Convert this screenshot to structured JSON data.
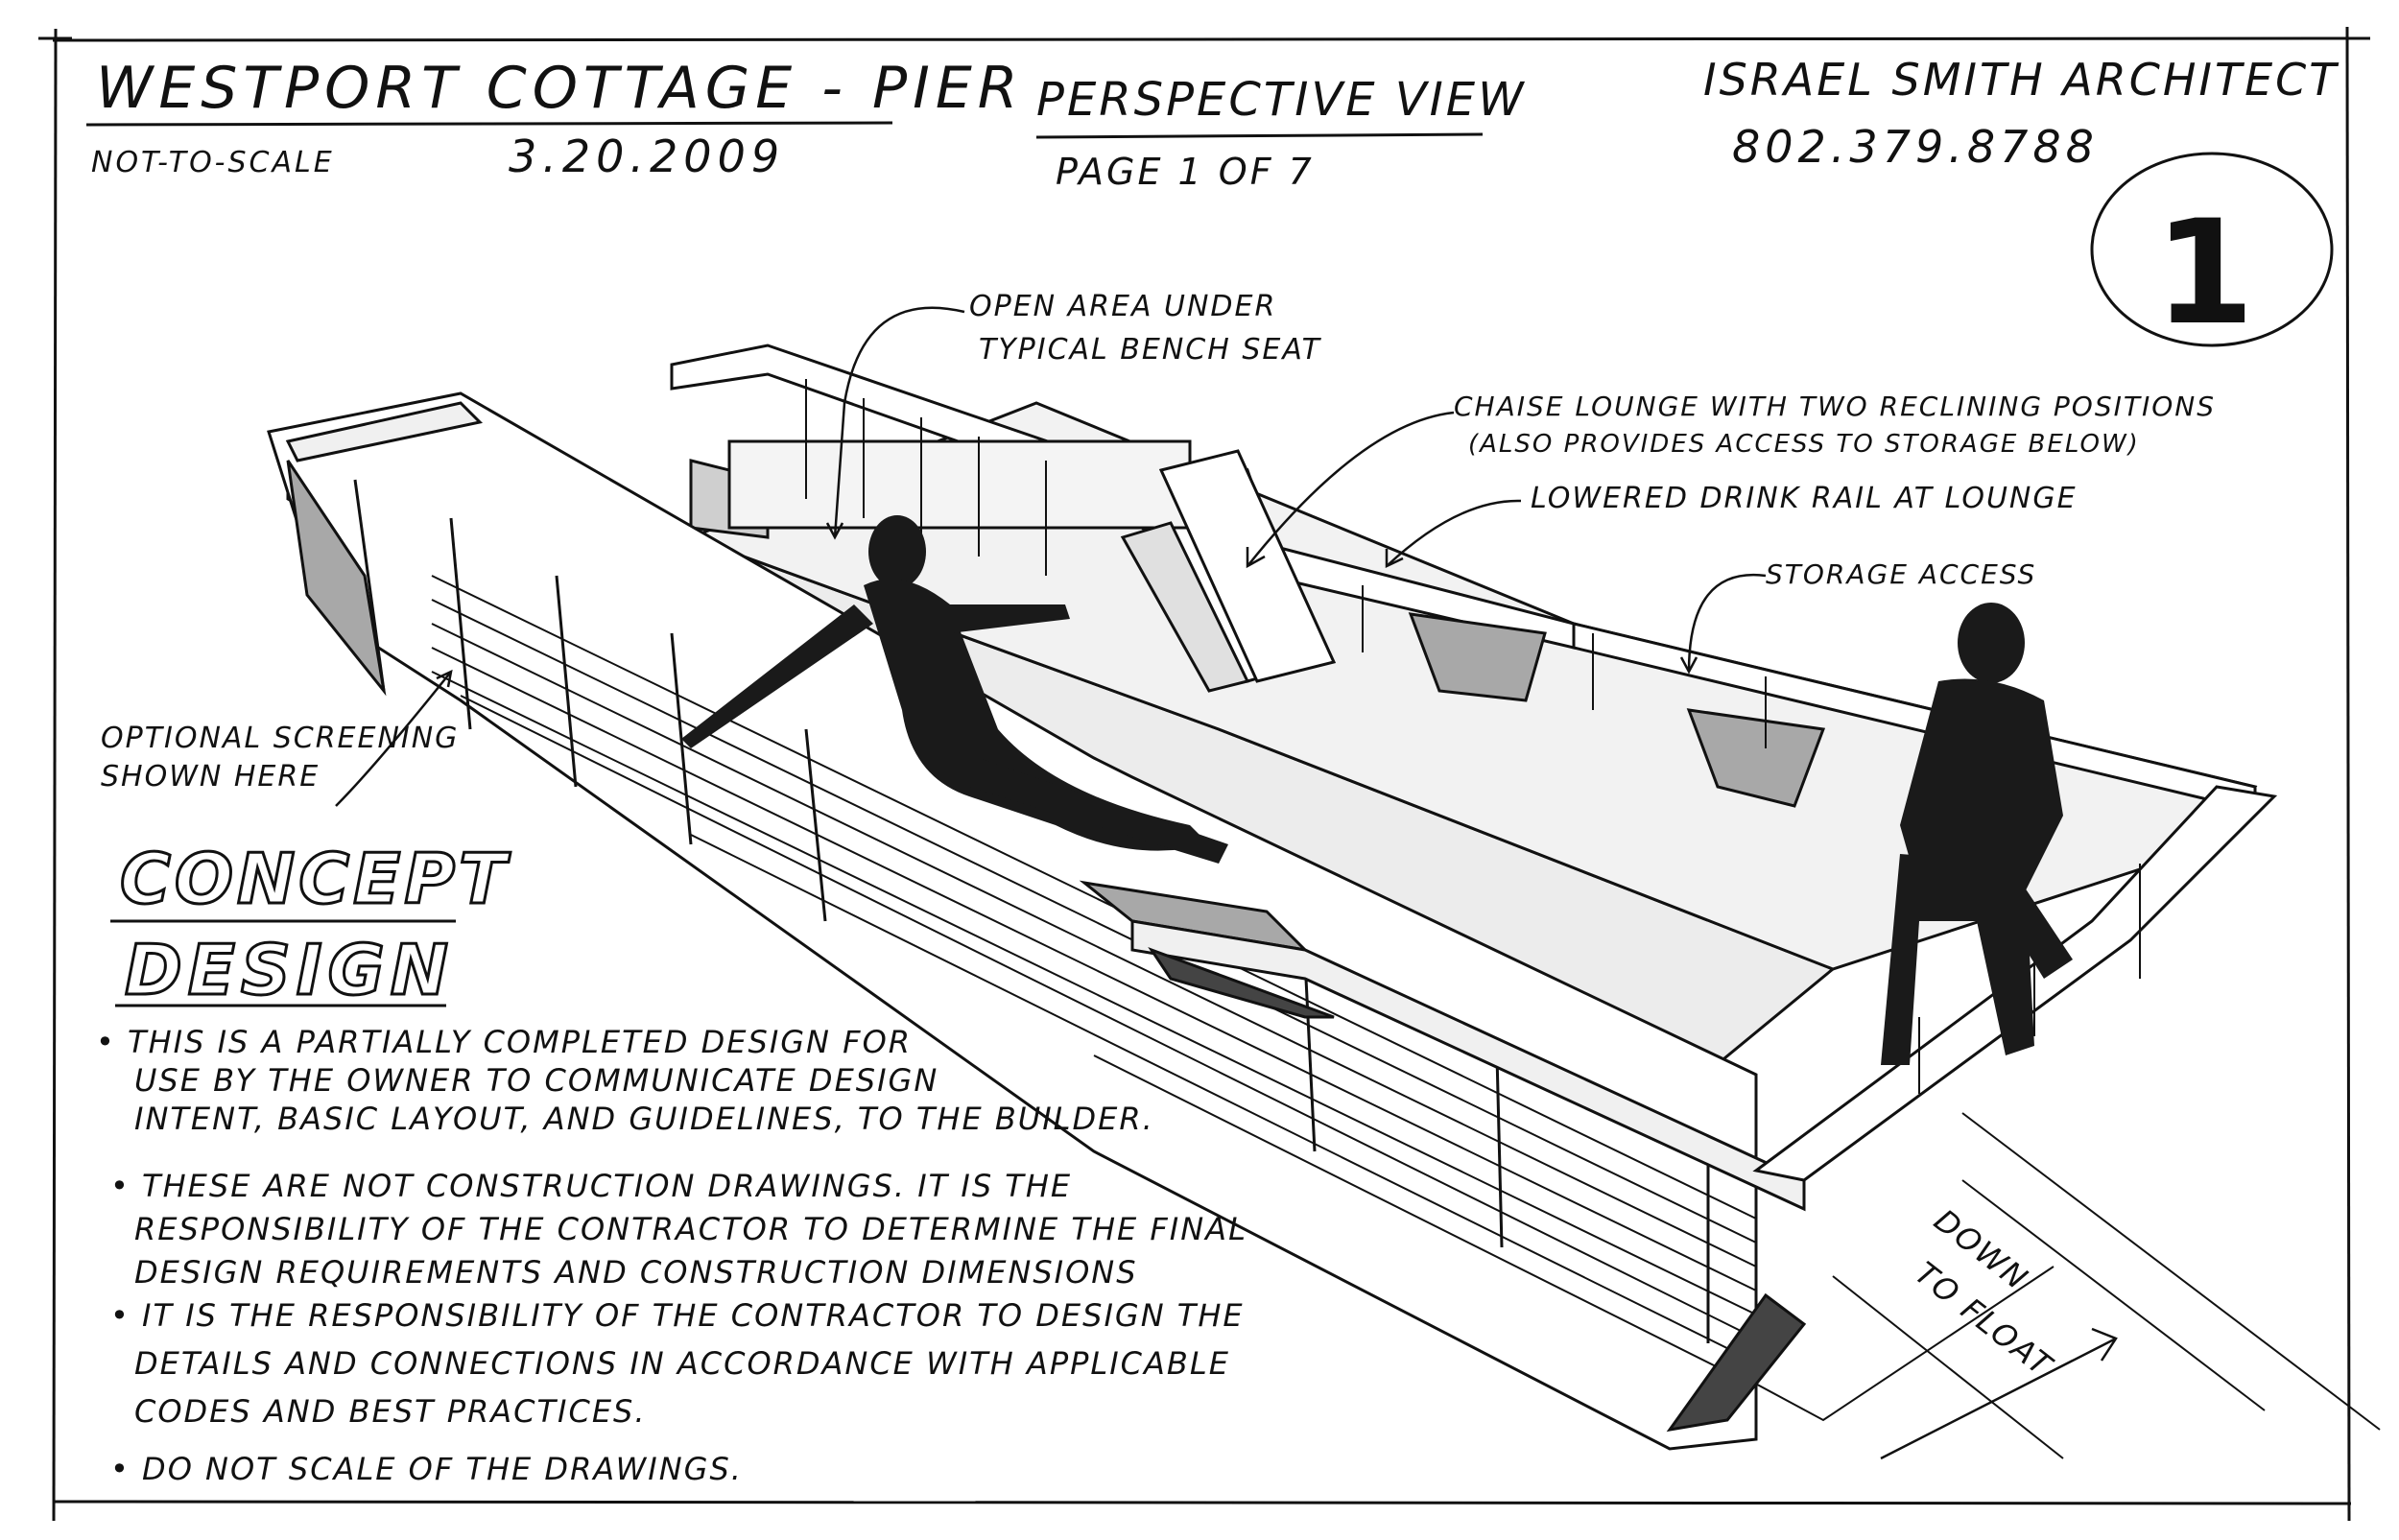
{
  "header": {
    "project_title": "WESTPORT COTTAGE - PIER",
    "scale_note": "NOT-TO-SCALE",
    "date": "3.20.2009",
    "view_title": "PERSPECTIVE VIEW",
    "page_label": "PAGE 1 OF 7",
    "architect": "ISRAEL SMITH ARCHITECT",
    "phone": "802.379.8788",
    "sheet_number": "1"
  },
  "annotations": {
    "open_area": [
      "OPEN AREA UNDER",
      "TYPICAL BENCH SEAT"
    ],
    "chaise": [
      "CHAISE LOUNGE WITH TWO RECLINING POSITIONS",
      "(ALSO PROVIDES ACCESS TO STORAGE BELOW)"
    ],
    "drink_rail": "LOWERED DRINK RAIL AT LOUNGE",
    "storage": "STORAGE ACCESS",
    "screening": [
      "OPTIONAL SCREENING",
      "SHOWN HERE"
    ],
    "down": [
      "DOWN",
      "TO FLOAT"
    ]
  },
  "concept": {
    "heading_1": "CONCEPT",
    "heading_2": "DESIGN",
    "bullet_lines": [
      "• THIS IS A PARTIALLY COMPLETED DESIGN FOR",
      "USE BY THE OWNER TO COMMUNICATE DESIGN",
      "INTENT, BASIC LAYOUT, AND GUIDELINES, TO THE BUILDER.",
      "• THESE ARE NOT CONSTRUCTION DRAWINGS. IT IS THE",
      "RESPONSIBILITY OF THE CONTRACTOR TO DETERMINE THE FINAL",
      "DESIGN REQUIREMENTS AND CONSTRUCTION DIMENSIONS",
      "• IT IS THE RESPONSIBILITY OF THE CONTRACTOR TO DESIGN THE",
      "DETAILS AND CONNECTIONS IN ACCORDANCE WITH APPLICABLE",
      "CODES AND BEST PRACTICES.",
      "• DO NOT SCALE OF THE DRAWINGS."
    ]
  },
  "colors": {
    "ink": "#111111",
    "paper": "#ffffff",
    "shade": "#a8a8a8",
    "light_shade": "#e6e6e6"
  }
}
